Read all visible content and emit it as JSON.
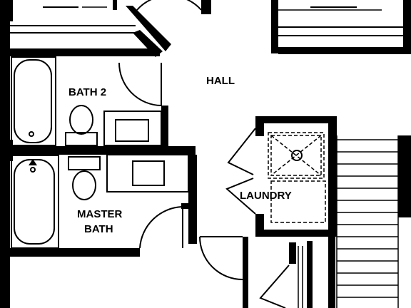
{
  "floor_plan": {
    "rooms": {
      "bath_2": "BATH 2",
      "hall": "HALL",
      "laundry": "LAUNDRY",
      "master_bath_line1": "MASTER",
      "master_bath_line2": "BATH"
    },
    "colors": {
      "wall": "#000000",
      "fixture_line": "#000000",
      "background": "#ffffff"
    }
  }
}
